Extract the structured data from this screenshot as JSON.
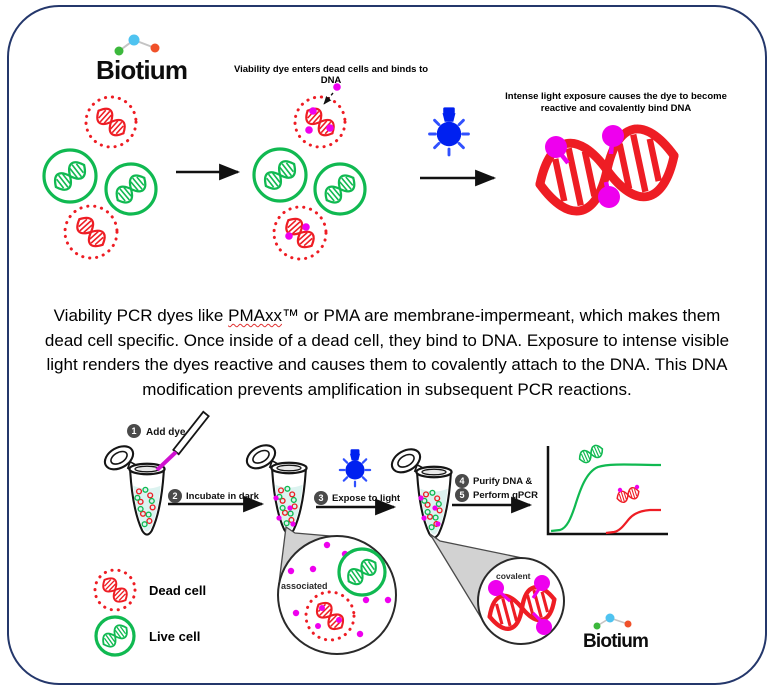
{
  "brand": {
    "name": "Biotium"
  },
  "top_flow": {
    "caption_dye_enters": "Viability dye enters dead cells and binds to DNA",
    "caption_light_line1": "Intense light exposure causes the dye to become",
    "caption_light_line2": "reactive and covalently bind DNA"
  },
  "paragraph": {
    "before": "Viability PCR dyes like ",
    "pmaxx": "PMAxx",
    "after": "™ or PMA are membrane-impermeant, which makes them dead cell specific. Once inside of a dead cell, they bind to DNA. Exposure to intense visible light renders the dyes reactive and causes them to covalently attach to the DNA. This DNA modification prevents amplification in subsequent PCR reactions."
  },
  "workflow": {
    "steps": [
      {
        "num": "1",
        "label": "Add dye"
      },
      {
        "num": "2",
        "label": "Incubate in dark"
      },
      {
        "num": "3",
        "label": "Expose to light"
      },
      {
        "num": "4",
        "label": "Purify DNA &"
      },
      {
        "num": "5",
        "label": "Perform qPCR"
      }
    ],
    "zoom_associated": "associated",
    "zoom_covalent": "covalent"
  },
  "legend": {
    "dead": "Dead cell",
    "live": "Live cell"
  },
  "qpcr_graph": {
    "type": "line",
    "curves": [
      {
        "icon": "green-dna",
        "color": "#10b951",
        "onset": "early",
        "plateau": "high"
      },
      {
        "icon": "red-dna-with-dye",
        "color": "#ee1d24",
        "onset": "late",
        "plateau": "low"
      }
    ],
    "axes": "unlabeled amplification plot"
  },
  "colors": {
    "dead_cell_red": "#ee1d24",
    "live_cell_green": "#10b951",
    "dye_magenta": "#ee00ee",
    "light_bulb_blue": "#0020f0",
    "frame_navy": "#24376b",
    "cone_gray": "#d2d2d2",
    "badge_gray": "#4a4a4a",
    "tube_liquid": "#dcf3f0",
    "logo_green": "#3cb83c",
    "logo_blue": "#4fc3f0",
    "logo_orange": "#f0512a"
  }
}
